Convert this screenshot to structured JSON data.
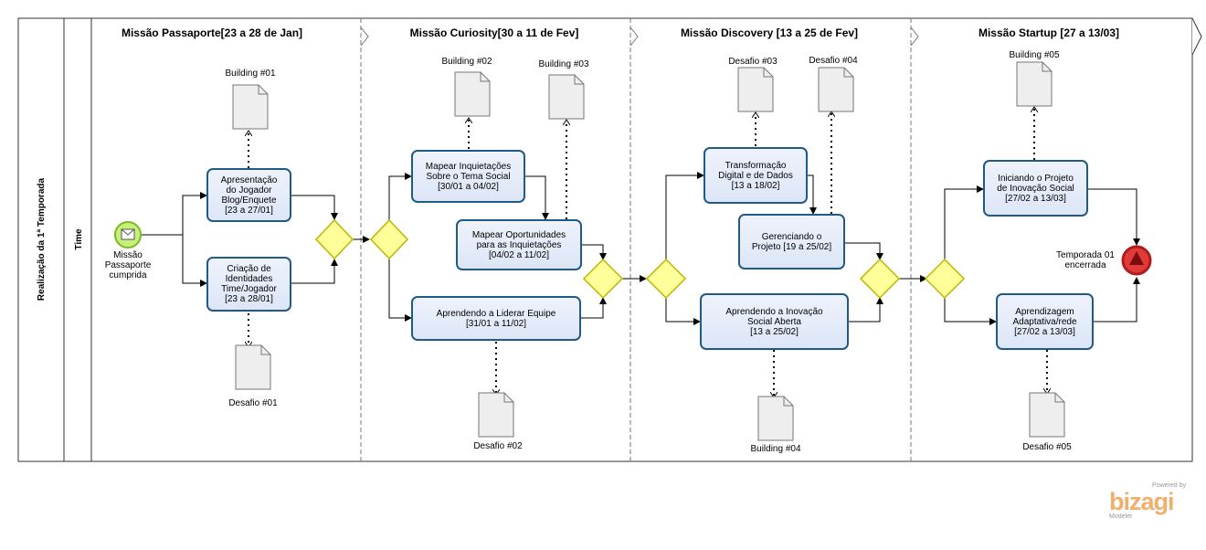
{
  "pool_title": "Realização da 1ª Temporada",
  "lane_title": "Time",
  "phases": [
    {
      "label": "Missão Passaporte[23 a 28 de Jan]"
    },
    {
      "label": "Missão Curiosity[30 a 11 de Fev]"
    },
    {
      "label": "Missão Discovery [13 a 25 de Fev]"
    },
    {
      "label": "Missão Startup [27 a 13/03]"
    }
  ],
  "start_event": {
    "label": "Missão\nPassaporte\ncumprida",
    "icon": "envelope-icon"
  },
  "end_event": {
    "label": "Temporada 01\nencerrada",
    "icon": "signal-triangle-icon"
  },
  "tasks": {
    "apresentacao": "Apresentação\ndo Jogador\nBlog/Enquete\n[23 a 27/01]",
    "criacao": "Criação de\nIdentidades\nTime/Jogador\n[23 a 28/01]",
    "mapear_inquietacoes": "Mapear Inquietações\nSobre o Tema Social\n[30/01 a 04/02]",
    "mapear_oportunidades": "Mapear Oportunidades\npara as Inquietações\n[04/02 a 11/02]",
    "liderar": "Aprendendo a Liderar Equipe\n[31/01 a 11/02]",
    "transformacao": "Transformação\nDigital e de Dados\n[13 a 18/02]",
    "gerenciando": "Gerenciando o\nProjeto [19 a 25/02]",
    "inovacao_aberta": "Aprendendo a Inovação\nSocial Aberta\n[13 a 25/02]",
    "iniciando": "Iniciando o Projeto\nde Inovação Social\n[27/02 a 13/03]",
    "adaptativa": "Aprendizagem\nAdaptativa/rede\n[27/02 a 13/03]"
  },
  "artifacts": {
    "building01": "Building #01",
    "desafio01": "Desafio #01",
    "building02": "Building #02",
    "building03": "Building #03",
    "desafio02": "Desafio #02",
    "desafio03": "Desafio #03",
    "desafio04": "Desafio #04",
    "building04": "Building #04",
    "building05": "Building #05",
    "desafio05": "Desafio #05"
  },
  "branding": {
    "powered": "Powered by",
    "name": "bizagi",
    "product": "Modeler"
  },
  "colors": {
    "task_border": "#1f5b86",
    "gateway_fill": "#ffff99",
    "gateway_stroke": "#b8b800",
    "start_fill": "#c7ef7a",
    "start_stroke": "#7ab929",
    "end_fill": "#e03a3a",
    "end_stroke": "#b01c1c",
    "brand": "#f0b06d"
  }
}
